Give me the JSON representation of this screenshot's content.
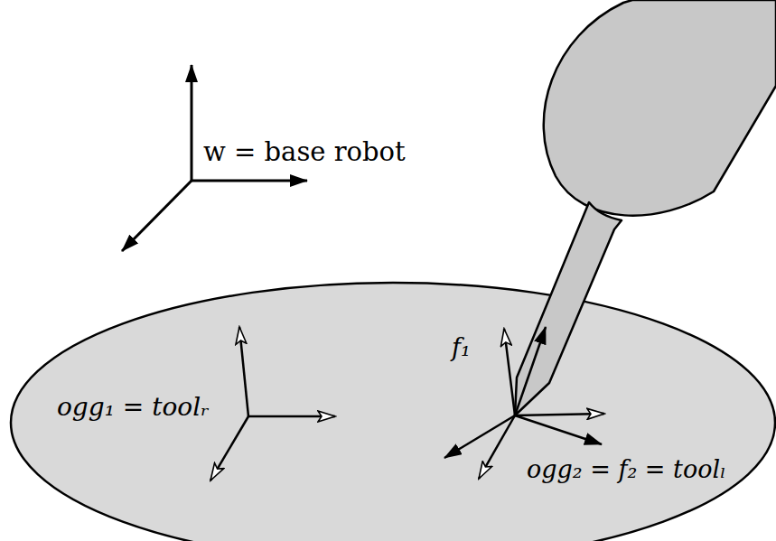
{
  "diagram": {
    "labels": [
      "w = base robot",
      "ogg₁ = toolᵣ",
      "f₁",
      "ogg₂ = f₂ = toolₗ"
    ]
  }
}
